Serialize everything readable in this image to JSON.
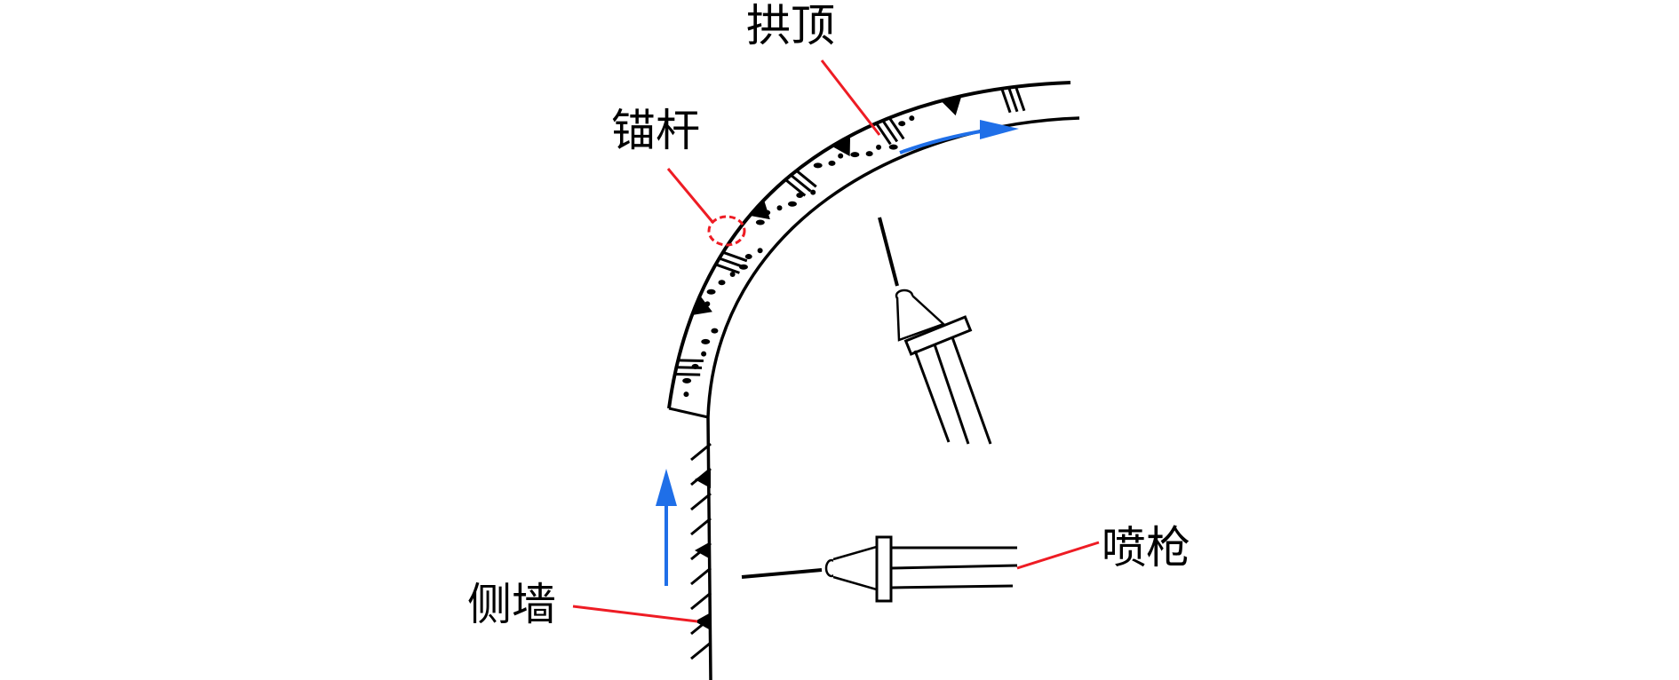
{
  "labels": {
    "arch_crown": "拱顶",
    "anchor_bolt": "锚杆",
    "side_wall": "侧墙",
    "spray_gun": "喷枪"
  },
  "colors": {
    "leader_line": "#ee1c24",
    "flow_arrow": "#1f6fe8",
    "ink": "#000000"
  }
}
